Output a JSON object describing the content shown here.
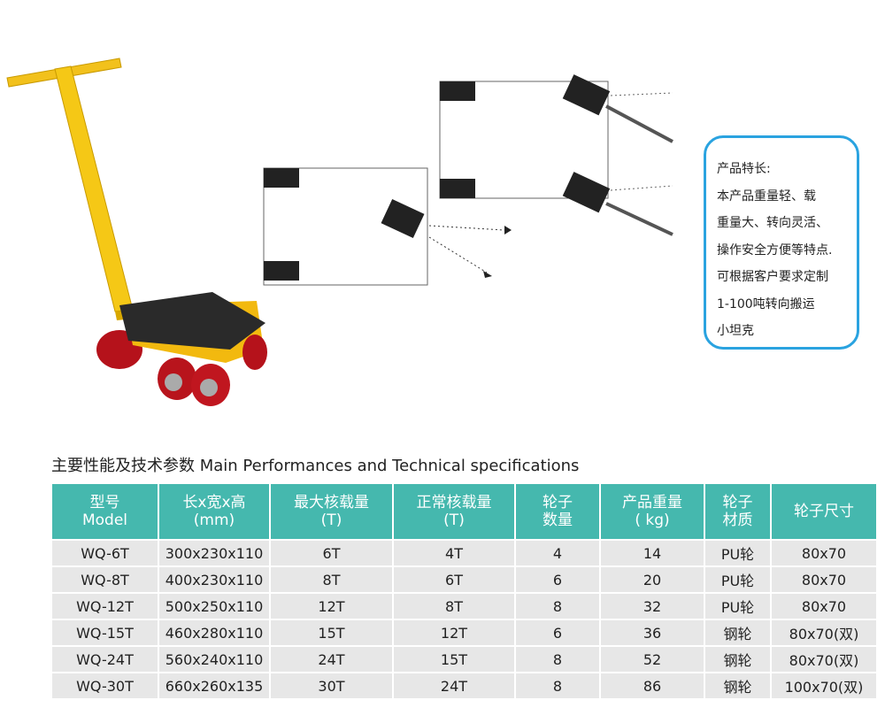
{
  "features": {
    "lines": [
      "产品特长:",
      "本产品重量轻、载",
      "重量大、转向灵活、",
      "操作安全方便等特点.",
      "可根据客户要求定制",
      "1-100吨转向搬运",
      "小坦克"
    ]
  },
  "spec_title": "主要性能及技术参数 Main Performances and Technical specifications",
  "table": {
    "headers": [
      [
        "型号",
        "Model"
      ],
      [
        "长x宽x高",
        "(mm)"
      ],
      [
        "最大核载量",
        "(T)"
      ],
      [
        "正常核载量",
        "(T)"
      ],
      [
        "轮子",
        "数量"
      ],
      [
        "产品重量",
        "( kg)"
      ],
      [
        "轮子",
        "材质"
      ],
      [
        "轮子尺寸",
        ""
      ]
    ],
    "rows": [
      [
        "WQ-6T",
        "300x230x110",
        "6T",
        "4T",
        "4",
        "14",
        "PU轮",
        "80x70"
      ],
      [
        "WQ-8T",
        "400x230x110",
        "8T",
        "6T",
        "6",
        "20",
        "PU轮",
        "80x70"
      ],
      [
        "WQ-12T",
        "500x250x110",
        "12T",
        "8T",
        "8",
        "32",
        "PU轮",
        "80x70"
      ],
      [
        "WQ-15T",
        "460x280x110",
        "15T",
        "12T",
        "6",
        "36",
        "钢轮",
        "80x70(双)"
      ],
      [
        "WQ-24T",
        "560x240x110",
        "24T",
        "15T",
        "8",
        "52",
        "钢轮",
        "80x70(双)"
      ],
      [
        "WQ-30T",
        "660x260x135",
        "30T",
        "24T",
        "8",
        "86",
        "钢轮",
        "100x70(双)"
      ]
    ]
  },
  "colors": {
    "header": "#45b8ae",
    "row": "#e7e7e7",
    "box_border": "#2aa3e0"
  }
}
